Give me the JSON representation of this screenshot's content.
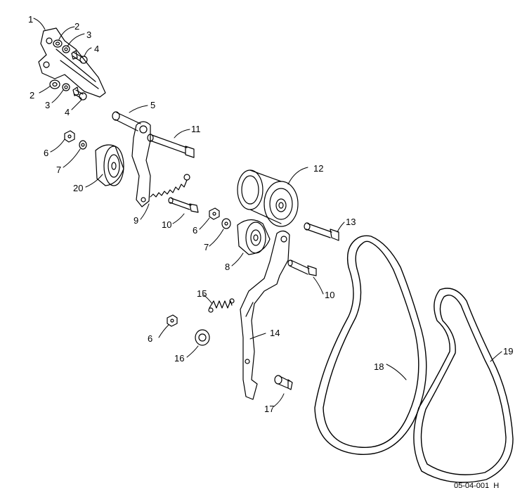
{
  "callouts": {
    "c1": "1",
    "c2a": "2",
    "c3a": "3",
    "c4a": "4",
    "c2b": "2",
    "c3b": "3",
    "c4b": "4",
    "c5": "5",
    "c11": "11",
    "c6a": "6",
    "c7a": "7",
    "c20": "20",
    "c9": "9",
    "c10a": "10",
    "c12": "12",
    "c6b": "6",
    "c7b": "7",
    "c8": "8",
    "c13": "13",
    "c10b": "10",
    "c15": "15",
    "c14": "14",
    "c6c": "6",
    "c16": "16",
    "c17": "17",
    "c18": "18",
    "c19": "19"
  },
  "drawing_code": "05-04-001_H"
}
